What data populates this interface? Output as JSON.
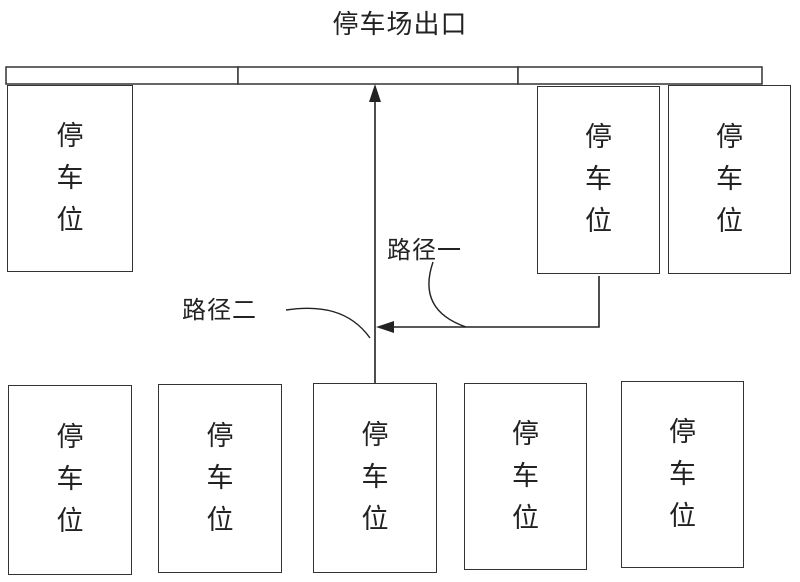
{
  "title": "停车场出口",
  "spot_label": [
    "停",
    "车",
    "位"
  ],
  "path_labels": {
    "path1": "路径一",
    "path2": "路径二"
  }
}
